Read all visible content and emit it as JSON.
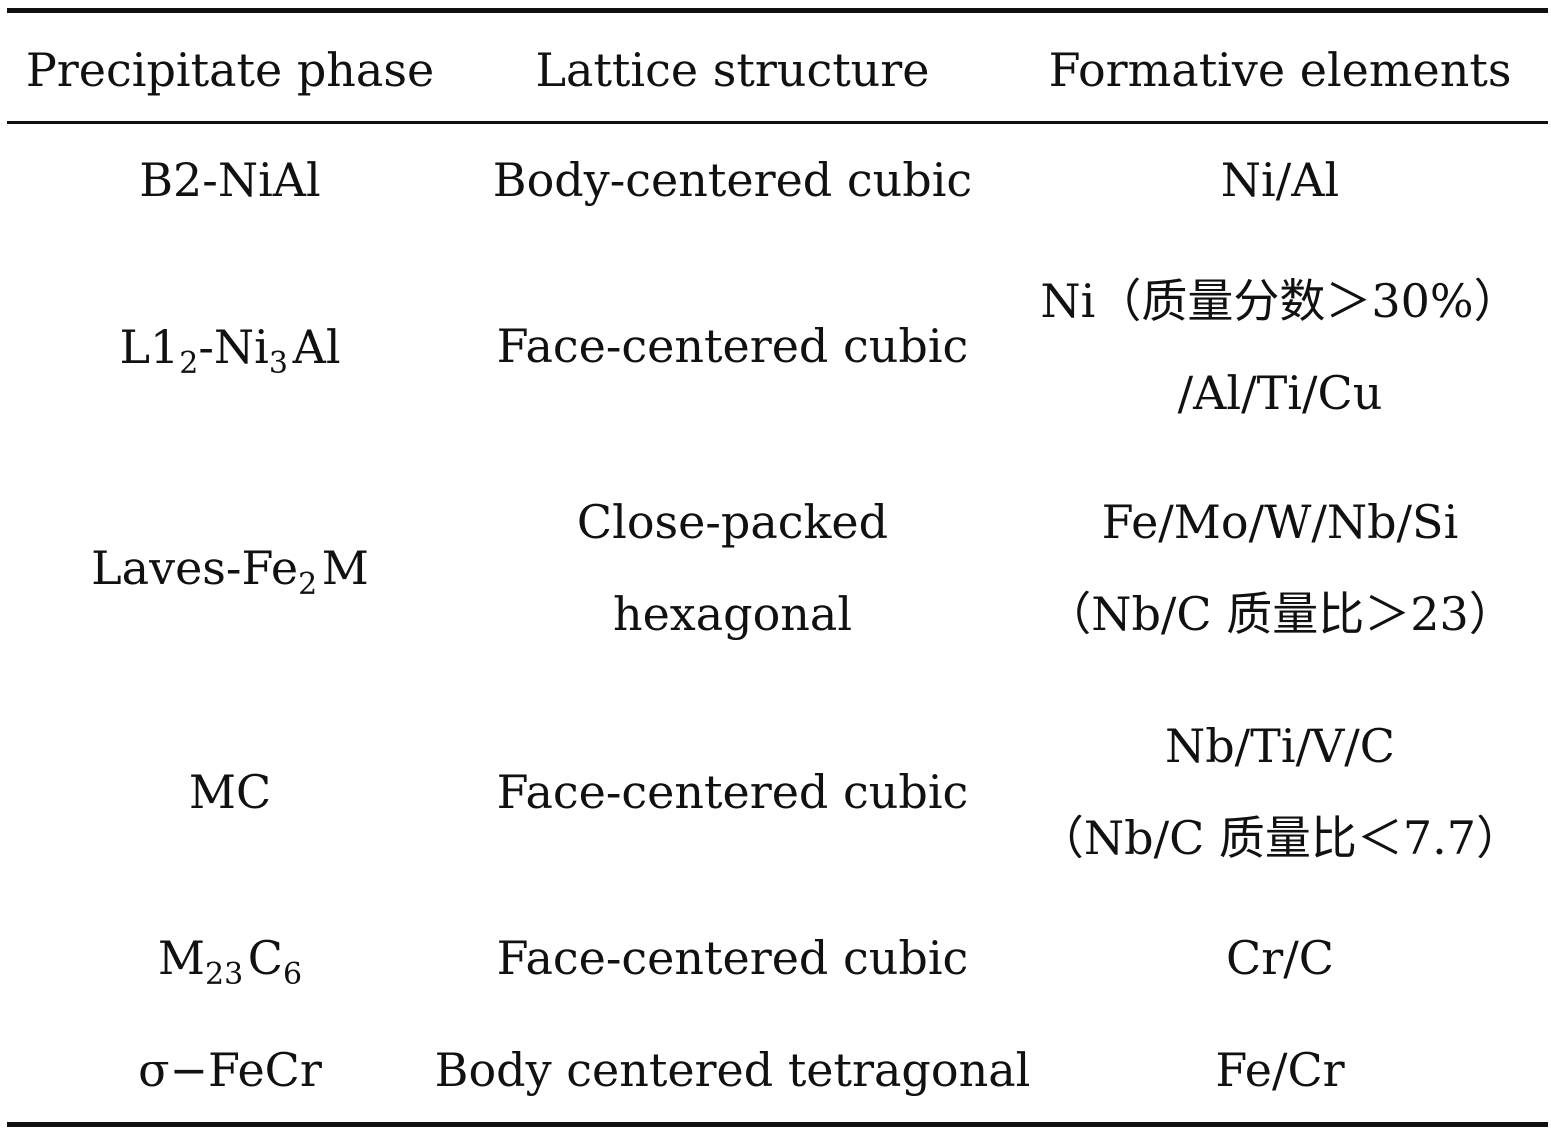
{
  "table": {
    "headers": [
      "Precipitate phase",
      "Lattice structure",
      "Formative elements"
    ],
    "rows": [
      {
        "phase": {
          "base": "B2-NiAl",
          "sub": "",
          "tail": "",
          "sub2": ""
        },
        "lattice": [
          "Body-centered cubic"
        ],
        "elements": [
          "Ni/Al"
        ]
      },
      {
        "phase": {
          "base": "L1",
          "sub": "2",
          "tail": "-Ni",
          "sub2": "3",
          "tail2": "Al"
        },
        "lattice": [
          "Face-centered cubic"
        ],
        "elements": [
          "Ni（质量分数＞30%）",
          "/Al/Ti/Cu"
        ]
      },
      {
        "phase": {
          "base": "Laves-Fe",
          "sub": "2",
          "tail": "M"
        },
        "lattice": [
          "Close-packed",
          "hexagonal"
        ],
        "elements": [
          "Fe/Mo/W/Nb/Si",
          "（Nb/C 质量比＞23）"
        ]
      },
      {
        "phase": {
          "base": "MC"
        },
        "lattice": [
          "Face-centered cubic"
        ],
        "elements": [
          "Nb/Ti/V/C",
          "（Nb/C 质量比＜7.7）"
        ]
      },
      {
        "phase": {
          "base": "M",
          "sub": "23",
          "tail": "C",
          "sub2": "6"
        },
        "lattice": [
          "Face-centered cubic"
        ],
        "elements": [
          "Cr/C"
        ]
      },
      {
        "phase": {
          "base": "σ−FeCr"
        },
        "lattice": [
          "Body centered tetragonal"
        ],
        "elements": [
          "Fe/Cr"
        ]
      }
    ]
  }
}
